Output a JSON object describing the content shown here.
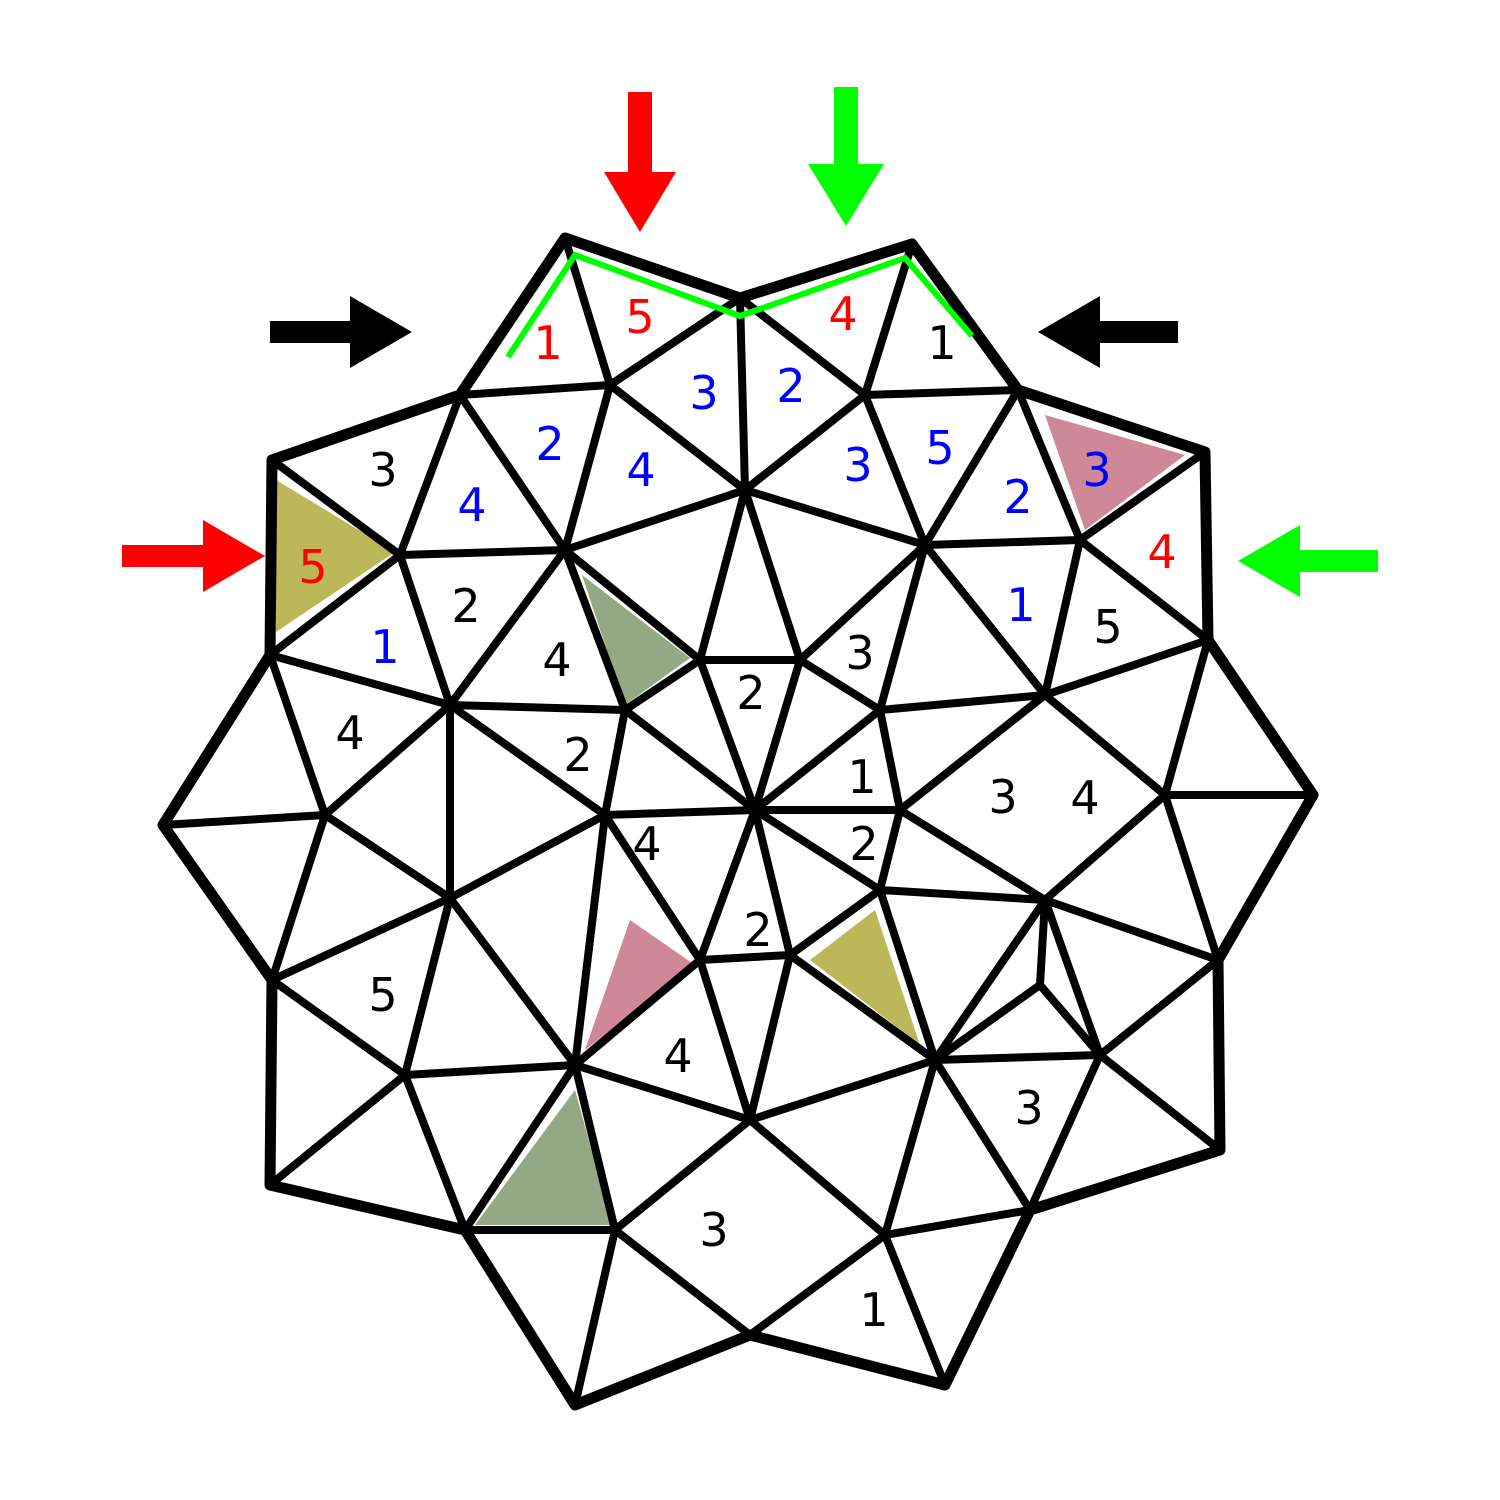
{
  "colors": {
    "black": "#000000",
    "red": "#ff0000",
    "blue": "#0000ff",
    "green": "#00ff00",
    "olive": "#bcb85a",
    "sage": "#94a883",
    "rose": "#ce8898"
  },
  "arrows": [
    {
      "name": "red-arrow-top",
      "icon": "down-arrow-icon",
      "color": "#ff0000"
    },
    {
      "name": "green-arrow-top",
      "icon": "down-arrow-icon",
      "color": "#00ff00"
    },
    {
      "name": "black-arrow-left",
      "icon": "right-arrow-icon",
      "color": "#000000"
    },
    {
      "name": "black-arrow-right",
      "icon": "left-arrow-icon",
      "color": "#000000"
    },
    {
      "name": "red-arrow-left",
      "icon": "right-arrow-icon",
      "color": "#ff0000"
    },
    {
      "name": "green-arrow-right",
      "icon": "left-arrow-icon",
      "color": "#00ff00"
    }
  ],
  "shaded_cells": [
    {
      "name": "shaded-cell-olive-left",
      "color": "#bcb85a"
    },
    {
      "name": "shaded-cell-rose-top-right",
      "color": "#ce8898"
    },
    {
      "name": "shaded-cell-sage-upper",
      "color": "#94a883"
    },
    {
      "name": "shaded-cell-rose-lower",
      "color": "#ce8898"
    },
    {
      "name": "shaded-cell-olive-lower",
      "color": "#bcb85a"
    },
    {
      "name": "shaded-cell-sage-bottom",
      "color": "#94a883"
    }
  ],
  "numbers": [
    {
      "text": "1",
      "color": "#ff0000"
    },
    {
      "text": "5",
      "color": "#ff0000"
    },
    {
      "text": "4",
      "color": "#ff0000"
    },
    {
      "text": "1",
      "color": "#000000"
    },
    {
      "text": "3",
      "color": "#0000ff"
    },
    {
      "text": "2",
      "color": "#0000ff"
    },
    {
      "text": "3",
      "color": "#000000"
    },
    {
      "text": "4",
      "color": "#0000ff"
    },
    {
      "text": "2",
      "color": "#0000ff"
    },
    {
      "text": "4",
      "color": "#0000ff"
    },
    {
      "text": "3",
      "color": "#0000ff"
    },
    {
      "text": "5",
      "color": "#0000ff"
    },
    {
      "text": "2",
      "color": "#0000ff"
    },
    {
      "text": "3",
      "color": "#0000ff"
    },
    {
      "text": "5",
      "color": "#ff0000"
    },
    {
      "text": "4",
      "color": "#ff0000"
    },
    {
      "text": "2",
      "color": "#000000"
    },
    {
      "text": "1",
      "color": "#0000ff"
    },
    {
      "text": "4",
      "color": "#000000"
    },
    {
      "text": "3",
      "color": "#000000"
    },
    {
      "text": "1",
      "color": "#0000ff"
    },
    {
      "text": "5",
      "color": "#000000"
    },
    {
      "text": "2",
      "color": "#000000"
    },
    {
      "text": "4",
      "color": "#000000"
    },
    {
      "text": "2",
      "color": "#000000"
    },
    {
      "text": "1",
      "color": "#000000"
    },
    {
      "text": "3",
      "color": "#000000"
    },
    {
      "text": "4",
      "color": "#000000"
    },
    {
      "text": "4",
      "color": "#000000"
    },
    {
      "text": "2",
      "color": "#000000"
    },
    {
      "text": "2",
      "color": "#000000"
    },
    {
      "text": "5",
      "color": "#000000"
    },
    {
      "text": "4",
      "color": "#000000"
    },
    {
      "text": "3",
      "color": "#000000"
    },
    {
      "text": "3",
      "color": "#000000"
    },
    {
      "text": "1",
      "color": "#000000"
    }
  ]
}
